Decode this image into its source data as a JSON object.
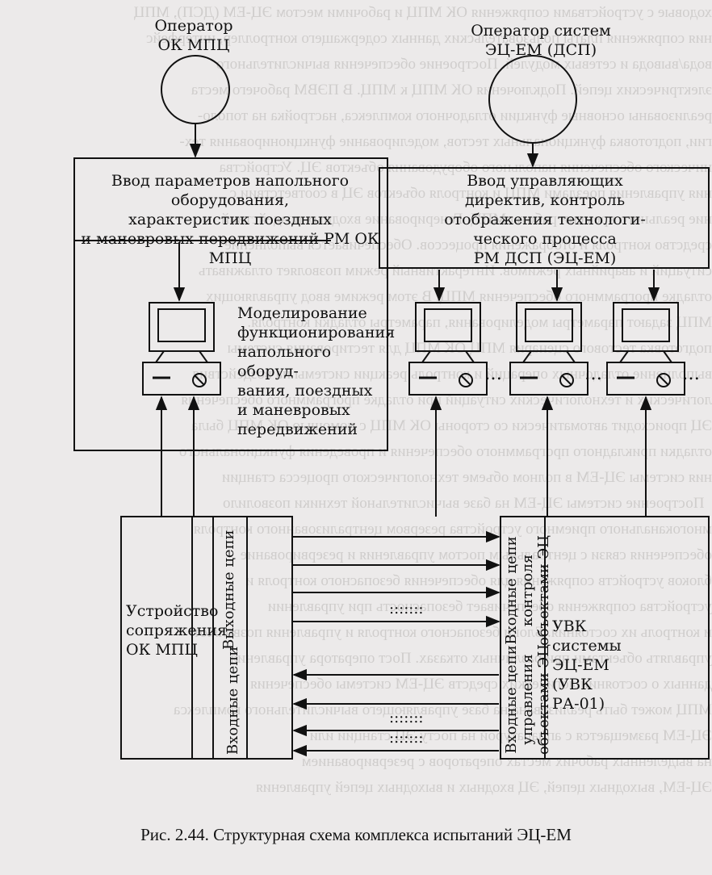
{
  "operator_mpc": "Оператор\nОК МПЦ",
  "operator_ec": "Оператор систем\nЭЦ-ЕМ (ДСП)",
  "input_params": "Ввод параметров напольного оборудования,\nхарактеристик поездных\nи маневровых передвижений РМ ОК МПЦ",
  "input_directives": "Ввод управляющих\nдиректив, контроль\nотображения технологи-\nческого процесса\nРМ ДСП (ЭЦ-ЕМ)",
  "modeling": "Моделирование\nфункционирования\nнапольного оборуд-\nвания, поездных\nи маневровых\nпередвижений",
  "interface_device": "Устройство\nсопряжения\nОК МПЦ",
  "output_circuits": "Выходные цепи",
  "input_circuits": "Входные цепи",
  "control_input_circuits": "Входные цепи\nконтроля\nобъектами ЭЦ",
  "control_output_circuits": "Входные цепи\nуправления\nобъектами ЭЦ",
  "uvk": "УВК\nсистемы\nЭЦ-ЕМ\n(УВК\nРА-01)",
  "ellipsis": "…",
  "caption": "Рис. 2.44. Структурная схема комплекса испытаний ЭЦ-ЕМ"
}
